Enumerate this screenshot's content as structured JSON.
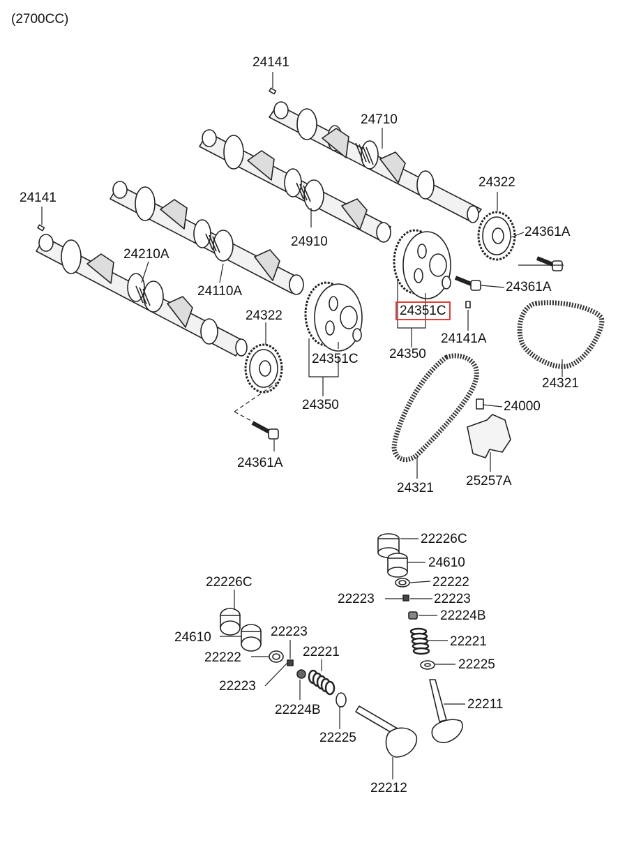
{
  "engine_label": "(2700CC)",
  "labels": {
    "l24141_top": "24141",
    "l24710": "24710",
    "l24322_right": "24322",
    "l24361A_right_top": "24361A",
    "l24141_left": "24141",
    "l24910": "24910",
    "l24210A": "24210A",
    "l24110A": "24110A",
    "l24361A_right_mid": "24361A",
    "l24351C_highlight": "24351C",
    "l24141A": "24141A",
    "l24350_right": "24350",
    "l24322_left": "24322",
    "l24351C_left": "24351C",
    "l24350_left": "24350",
    "l24321_right": "24321",
    "l24000": "24000",
    "l24361A_left": "24361A",
    "l24321_center": "24321",
    "l25257A": "25257A",
    "l22226C_right": "22226C",
    "l24610_right": "24610",
    "l22222_right": "22222",
    "l22223_r_left": "22223",
    "l22223_r_right": "22223",
    "l22224B_right": "22224B",
    "l22221_right": "22221",
    "l22225_right": "22225",
    "l22211": "22211",
    "l22226C_left": "22226C",
    "l24610_left": "24610",
    "l22223_l_top": "22223",
    "l22222_left": "22222",
    "l22221_left": "22221",
    "l22223_l_bottom": "22223",
    "l22224B_left": "22224B",
    "l22225_left": "22225",
    "l22212": "22212"
  },
  "highlight_color": "#e23b3b"
}
